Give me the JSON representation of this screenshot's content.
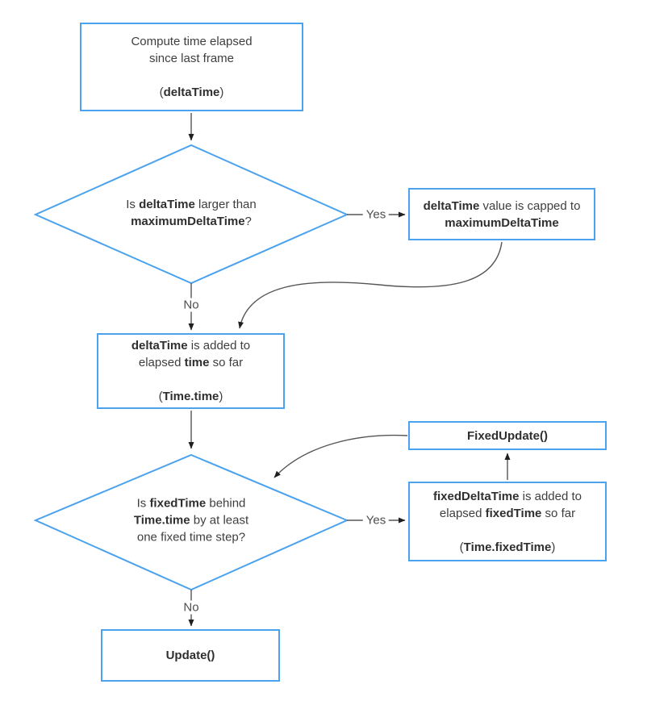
{
  "colors": {
    "node_border": "#4BA2EE",
    "connector": "#555555",
    "arrowhead": "#1F1F1F",
    "text": "#3E3E3E",
    "edge_label_text": "#4D4D4D",
    "background": "#FFFFFF"
  },
  "nodes": {
    "start": {
      "lines": [
        [
          {
            "t": "Compute time elapsed"
          }
        ],
        [
          {
            "t": "since last frame"
          }
        ],
        [],
        [
          {
            "t": "("
          },
          {
            "t": "deltaTime",
            "b": true
          },
          {
            "t": ")"
          }
        ]
      ]
    },
    "decision_max_delta": {
      "lines": [
        [
          {
            "t": "Is "
          },
          {
            "t": "deltaTime",
            "b": true
          },
          {
            "t": " larger than"
          }
        ],
        [
          {
            "t": "maximumDeltaTime",
            "b": true
          },
          {
            "t": "?"
          }
        ]
      ]
    },
    "cap_delta": {
      "lines": [
        [
          {
            "t": "deltaTime",
            "b": true
          },
          {
            "t": " value is capped to"
          }
        ],
        [
          {
            "t": "maximumDeltaTime",
            "b": true
          }
        ]
      ]
    },
    "add_delta": {
      "lines": [
        [
          {
            "t": "deltaTime",
            "b": true
          },
          {
            "t": " is added to"
          }
        ],
        [
          {
            "t": "elapsed "
          },
          {
            "t": "time",
            "b": true
          },
          {
            "t": " so far"
          }
        ],
        [],
        [
          {
            "t": "("
          },
          {
            "t": "Time.time",
            "b": true
          },
          {
            "t": ")"
          }
        ]
      ]
    },
    "decision_fixed_step": {
      "lines": [
        [
          {
            "t": "Is "
          },
          {
            "t": "fixedTime",
            "b": true
          },
          {
            "t": " behind"
          }
        ],
        [
          {
            "t": "Time.time",
            "b": true
          },
          {
            "t": " by at least"
          }
        ],
        [
          {
            "t": "one fixed time step?"
          }
        ]
      ]
    },
    "fixed_update": {
      "lines": [
        [
          {
            "t": "FixedUpdate()",
            "b": true
          }
        ]
      ]
    },
    "add_fixed_delta": {
      "lines": [
        [
          {
            "t": "fixedDeltaTime",
            "b": true
          },
          {
            "t": " is added to"
          }
        ],
        [
          {
            "t": "elapsed "
          },
          {
            "t": "fixedTime",
            "b": true
          },
          {
            "t": " so far"
          }
        ],
        [],
        [
          {
            "t": "("
          },
          {
            "t": "Time.fixedTime",
            "b": true
          },
          {
            "t": ")"
          }
        ]
      ]
    },
    "update": {
      "lines": [
        [
          {
            "t": "Update()",
            "b": true
          }
        ]
      ]
    }
  },
  "edge_labels": {
    "yes_cap": "Yes",
    "no_add": "No",
    "yes_fixed": "Yes",
    "no_update": "No"
  }
}
